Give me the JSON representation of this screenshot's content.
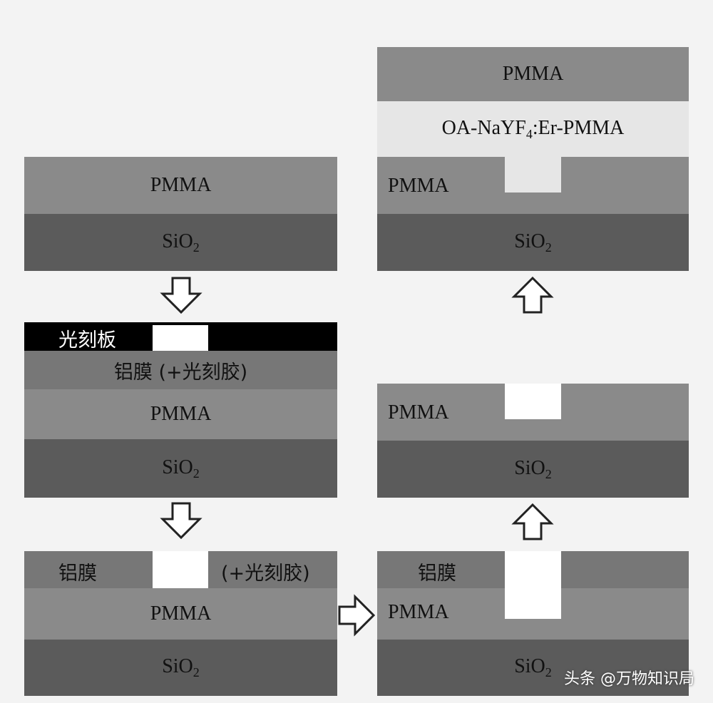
{
  "labels": {
    "pmma": "PMMA",
    "si": "SiO",
    "two": "2",
    "mask": "光刻板",
    "al_resist": "铝膜 (+光刻胶)",
    "al": "铝膜",
    "resist": "(+光刻胶)",
    "oa_a": "OA-NaYF",
    "oa_sub": "4",
    "oa_b": ":Er-PMMA"
  },
  "watermark": "头条 @万物知识局"
}
